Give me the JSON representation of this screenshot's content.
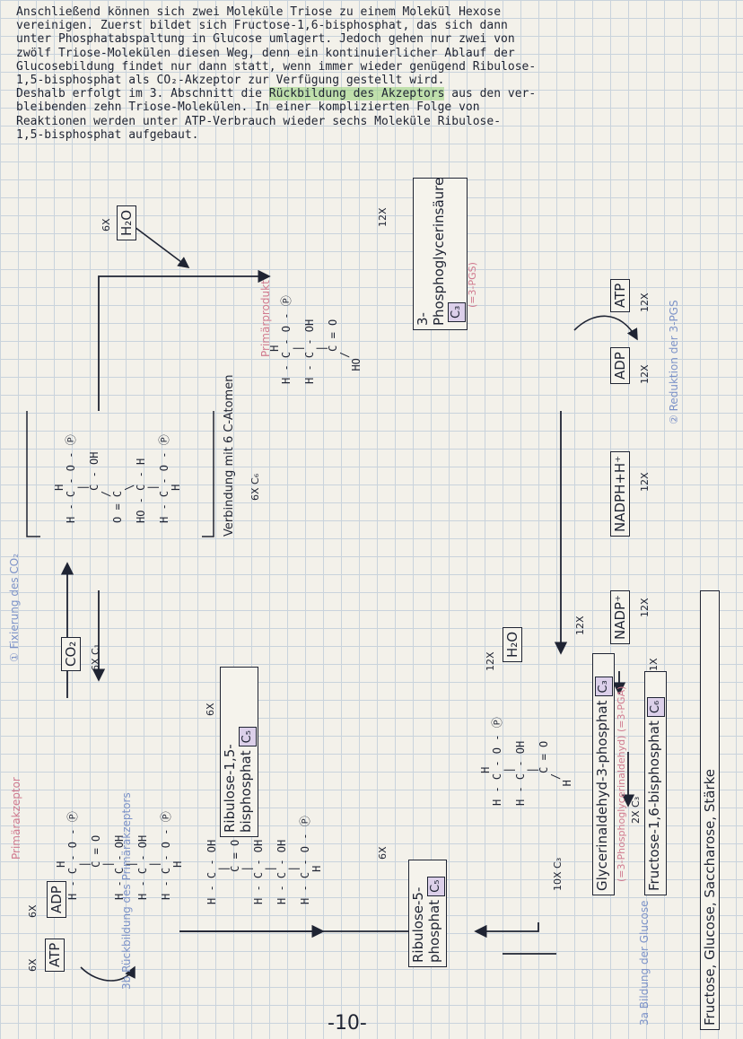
{
  "intro_lines": [
    "Anschließend können sich zwei Moleküle Triose zu einem Molekül Hexose",
    "vereinigen. Zuerst bildet sich Fructose-1,6-bisphosphat, das sich dann",
    "unter Phosphatabspaltung in Glucose umlagert. Jedoch gehen nur zwei von",
    "zwölf Triose-Molekülen diesen Weg, denn ein kontinuierlicher Ablauf der",
    "Glucosebildung findet nur dann statt, wenn immer wieder genügend Ribulose-",
    "1,5-bisphosphat als CO₂-Akzeptor zur Verfügung gestellt wird.",
    "bleibenden zehn Triose-Molekülen. In einer komplizierten Folge von",
    "Reaktionen werden unter ATP-Verbrauch wieder sechs Moleküle Ribulose-",
    "1,5-bisphosphat aufgebaut."
  ],
  "intro_line7": {
    "before": "Deshalb erfolgt im 3. Abschnitt die ",
    "highlight": "Rückbildung des Akzeptors",
    "after": " aus den ver-"
  },
  "page_number": "-10-",
  "diagram": {
    "primary_acceptor_label": "Primärakzeptor",
    "step1_label": "① Fixierung des CO₂",
    "step2_label": "② Reduktion der 3-PGS",
    "step3a_label": "3a Bildung der Glucose",
    "step3b_label": "3b Rückbildung des Primärakzeptors",
    "atp_label": "ATP",
    "adp_label": "ADP",
    "count_6x": "6X",
    "count_12x": "12X",
    "count_10x_c3": "10X C₃",
    "count_1x": "1X",
    "count_2x_c3": "2X C₃",
    "co2_label": "CO₂",
    "co2_count": "6X C₁",
    "h2o_label": "H₂O",
    "rubp_label": "Ribulose-1,5-bisphosphat",
    "rubp_c": "C₅",
    "ru5p_label": "Ribulose-5-phosphat",
    "ru5p_c": "C₅",
    "intermediate_label": "Verbindung mit 6 C-Atomen",
    "intermediate_count": "6X C₆",
    "primary_product_label": "Primärprodukt",
    "pgs_label": "3-Phosphoglycerinsäure",
    "pgs_c": "C₃",
    "pgs_abbrev": "(=3-PGS)",
    "gap_label": "Glycerinaldehyd-3-phosphat",
    "gap_c": "C₃",
    "gap_alias": "(=3-Phosphoglycerinaldehyd) (=3-PGA)",
    "fbp_label": "Fructose-1,6-bisphosphat",
    "fbp_c": "C₆",
    "sugars_label": "Fructose, Glucose, Saccharose, Stärke",
    "nadp_label": "NADP⁺",
    "nadph_label": "NADPH+H⁺"
  },
  "colors": {
    "ink": "#1f2433",
    "grid": "#c9d3dc",
    "highlight_green": "#96d278",
    "c_box_purple": "#dcd0ea"
  }
}
